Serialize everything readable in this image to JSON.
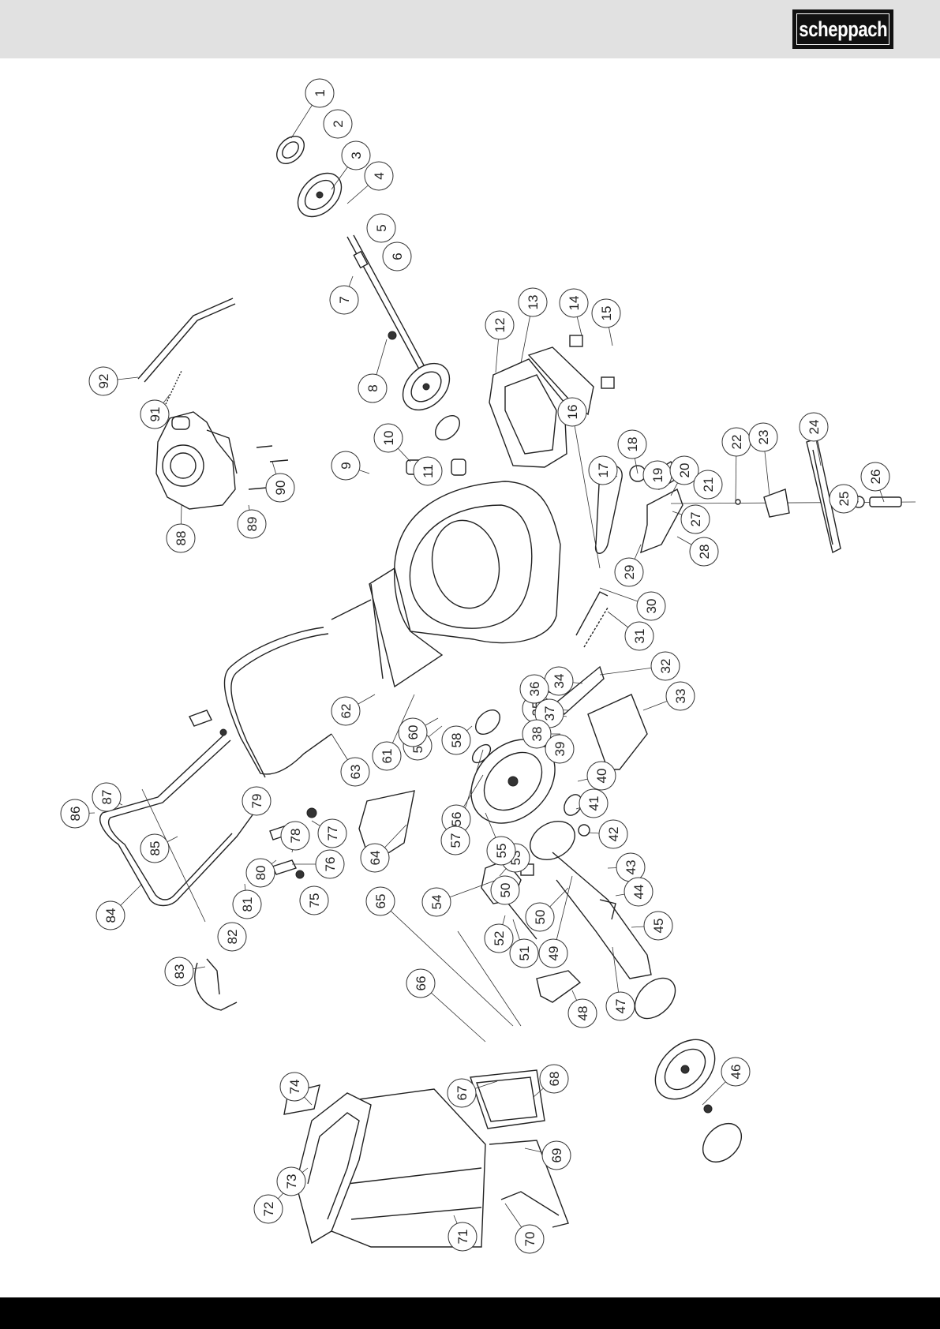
{
  "brand": {
    "logo_text": "scheppach"
  },
  "diagram": {
    "part_labels": [
      "1",
      "2",
      "3",
      "4",
      "5",
      "6",
      "7",
      "8",
      "9",
      "10",
      "11",
      "12",
      "13",
      "14",
      "15",
      "16",
      "17",
      "18",
      "19",
      "20",
      "21",
      "22",
      "23",
      "24",
      "25",
      "26",
      "27",
      "28",
      "29",
      "30",
      "31",
      "32",
      "33",
      "34",
      "35",
      "36",
      "37",
      "38",
      "39",
      "40",
      "41",
      "42",
      "43",
      "44",
      "45",
      "46",
      "47",
      "48",
      "49",
      "50",
      "50",
      "51",
      "52",
      "53",
      "54",
      "55",
      "56",
      "57",
      "58",
      "59",
      "60",
      "61",
      "62",
      "63",
      "64",
      "65",
      "66",
      "67",
      "68",
      "69",
      "70",
      "71",
      "72",
      "73",
      "74",
      "75",
      "76",
      "77",
      "78",
      "79",
      "80",
      "81",
      "82",
      "83",
      "84",
      "85",
      "86",
      "87",
      "88",
      "89",
      "90",
      "91",
      "92"
    ]
  }
}
